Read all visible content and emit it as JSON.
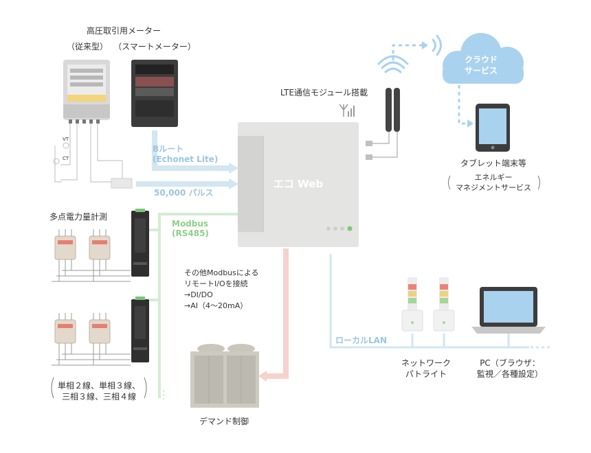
{
  "meter": {
    "title": "高圧取引用メーター",
    "left_label": "（従来型）",
    "right_label": "（スマートメーター）",
    "vt": "VT",
    "ct": "CT"
  },
  "routes": {
    "broute_1": "Bルート",
    "broute_2": "(Echonet Lite)",
    "pulse": "50,000 パルス",
    "modbus_1": "Modbus",
    "modbus_2": "(RS485)"
  },
  "main_device": {
    "name": "エコ Web",
    "lte_label": "LTE通信モジュール搭載"
  },
  "cloud": {
    "line1": "クラウド",
    "line2": "サービス"
  },
  "tablet": {
    "title": "タブレット端末等",
    "sub1": "エネルギー",
    "sub2": "マネジメントサービス"
  },
  "multipoint": {
    "title": "多点電力量計測",
    "wiring1": "単相２線、単相３線、",
    "wiring2": "三相３線、三相４線"
  },
  "other_modbus": {
    "line1": "その他Modbusによる",
    "line2": "リモートI/Oを接続",
    "line3": "→DI/DO",
    "line4": "→AI（4〜20mA）"
  },
  "lan": {
    "label": "ローカルLAN"
  },
  "patlite": {
    "line1": "ネットワーク",
    "line2": "パトライト"
  },
  "pc": {
    "line1": "PC（ブラウザ：",
    "line2": "監視／各種設定）"
  },
  "demand": {
    "label": "デマンド制御"
  },
  "colors": {
    "blue_line": "#d3e6f2",
    "blue_text": "#9cc5df",
    "green_line": "#d5ecd3",
    "green_text": "#8ccf8a",
    "red_line": "#f7d2cd",
    "device_gray": "#e4e4e2",
    "cloud": "#a9d2ef"
  }
}
